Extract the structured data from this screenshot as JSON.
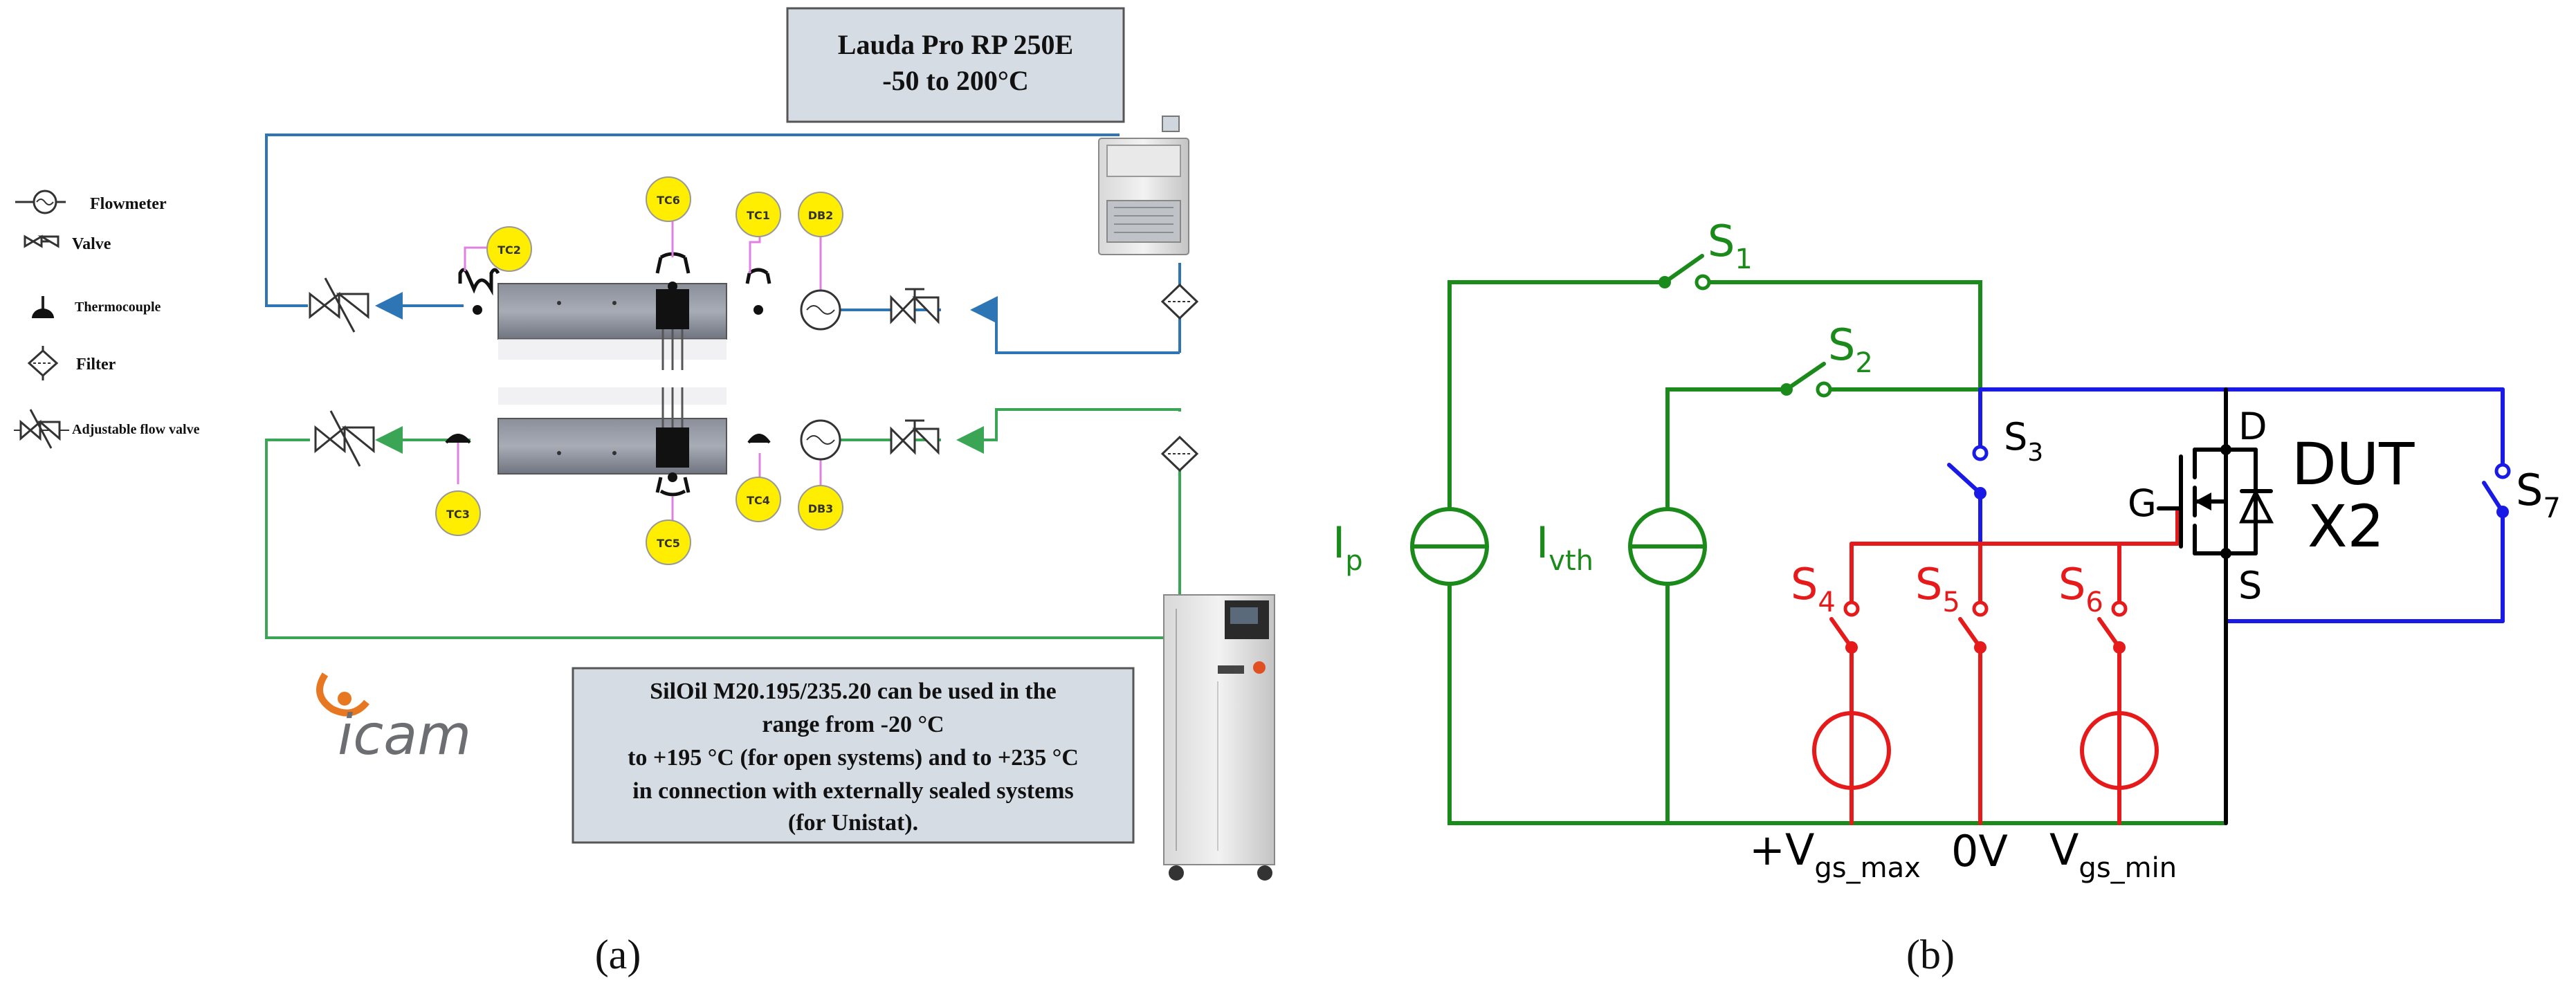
{
  "panel_a": {
    "caption": "(a)",
    "chiller_box": {
      "line1": "Lauda Pro RP 250E",
      "line2": "-50 to 200°C"
    },
    "legend": {
      "flowmeter": "Flowmeter",
      "valve": "Valve",
      "thermocouple": "Thermocouple",
      "filter": "Filter",
      "adjustable_valve": "Adjustable flow valve"
    },
    "sensors": {
      "tc1": "TC1",
      "tc2": "TC2",
      "tc3": "TC3",
      "tc4": "TC4",
      "tc5": "TC5",
      "tc6": "TC6",
      "db2": "DB2",
      "db3": "DB3"
    },
    "oil_box": {
      "line1": "SilOil M20.195/235.20 can be used in the",
      "line2": "range from -20 °C",
      "line3": "to +195 °C (for open systems) and to +235 °C",
      "line4": "in connection with externally sealed systems",
      "line5": "(for Unistat)."
    },
    "logo_text": "icam",
    "colors": {
      "blue_loop": "#2e75b6",
      "green_loop": "#3aa655",
      "sensor": "#ffee00",
      "box_fill": "#d6dce4"
    }
  },
  "panel_b": {
    "caption": "(b)",
    "labels": {
      "s1": "S",
      "s1_sub": "1",
      "s2": "S",
      "s2_sub": "2",
      "s3": "S",
      "s3_sub": "3",
      "s4": "S",
      "s4_sub": "4",
      "s5": "S",
      "s5_sub": "5",
      "s6": "S",
      "s6_sub": "6",
      "s7": "S",
      "s7_sub": "7",
      "ip": "I",
      "ip_sub": "p",
      "ivth": "I",
      "ivth_sub": "vth",
      "d": "D",
      "g": "G",
      "s": "S",
      "dut": "DUT",
      "x2": "X2",
      "vmax": "+V",
      "vmax_sub": "gs_max",
      "zero": "0V",
      "vmin": "V",
      "vmin_sub": "gs_min"
    },
    "colors": {
      "green": "#1a8a1a",
      "blue": "#1a1ae6",
      "red": "#e61a1a",
      "black": "#000000"
    }
  }
}
